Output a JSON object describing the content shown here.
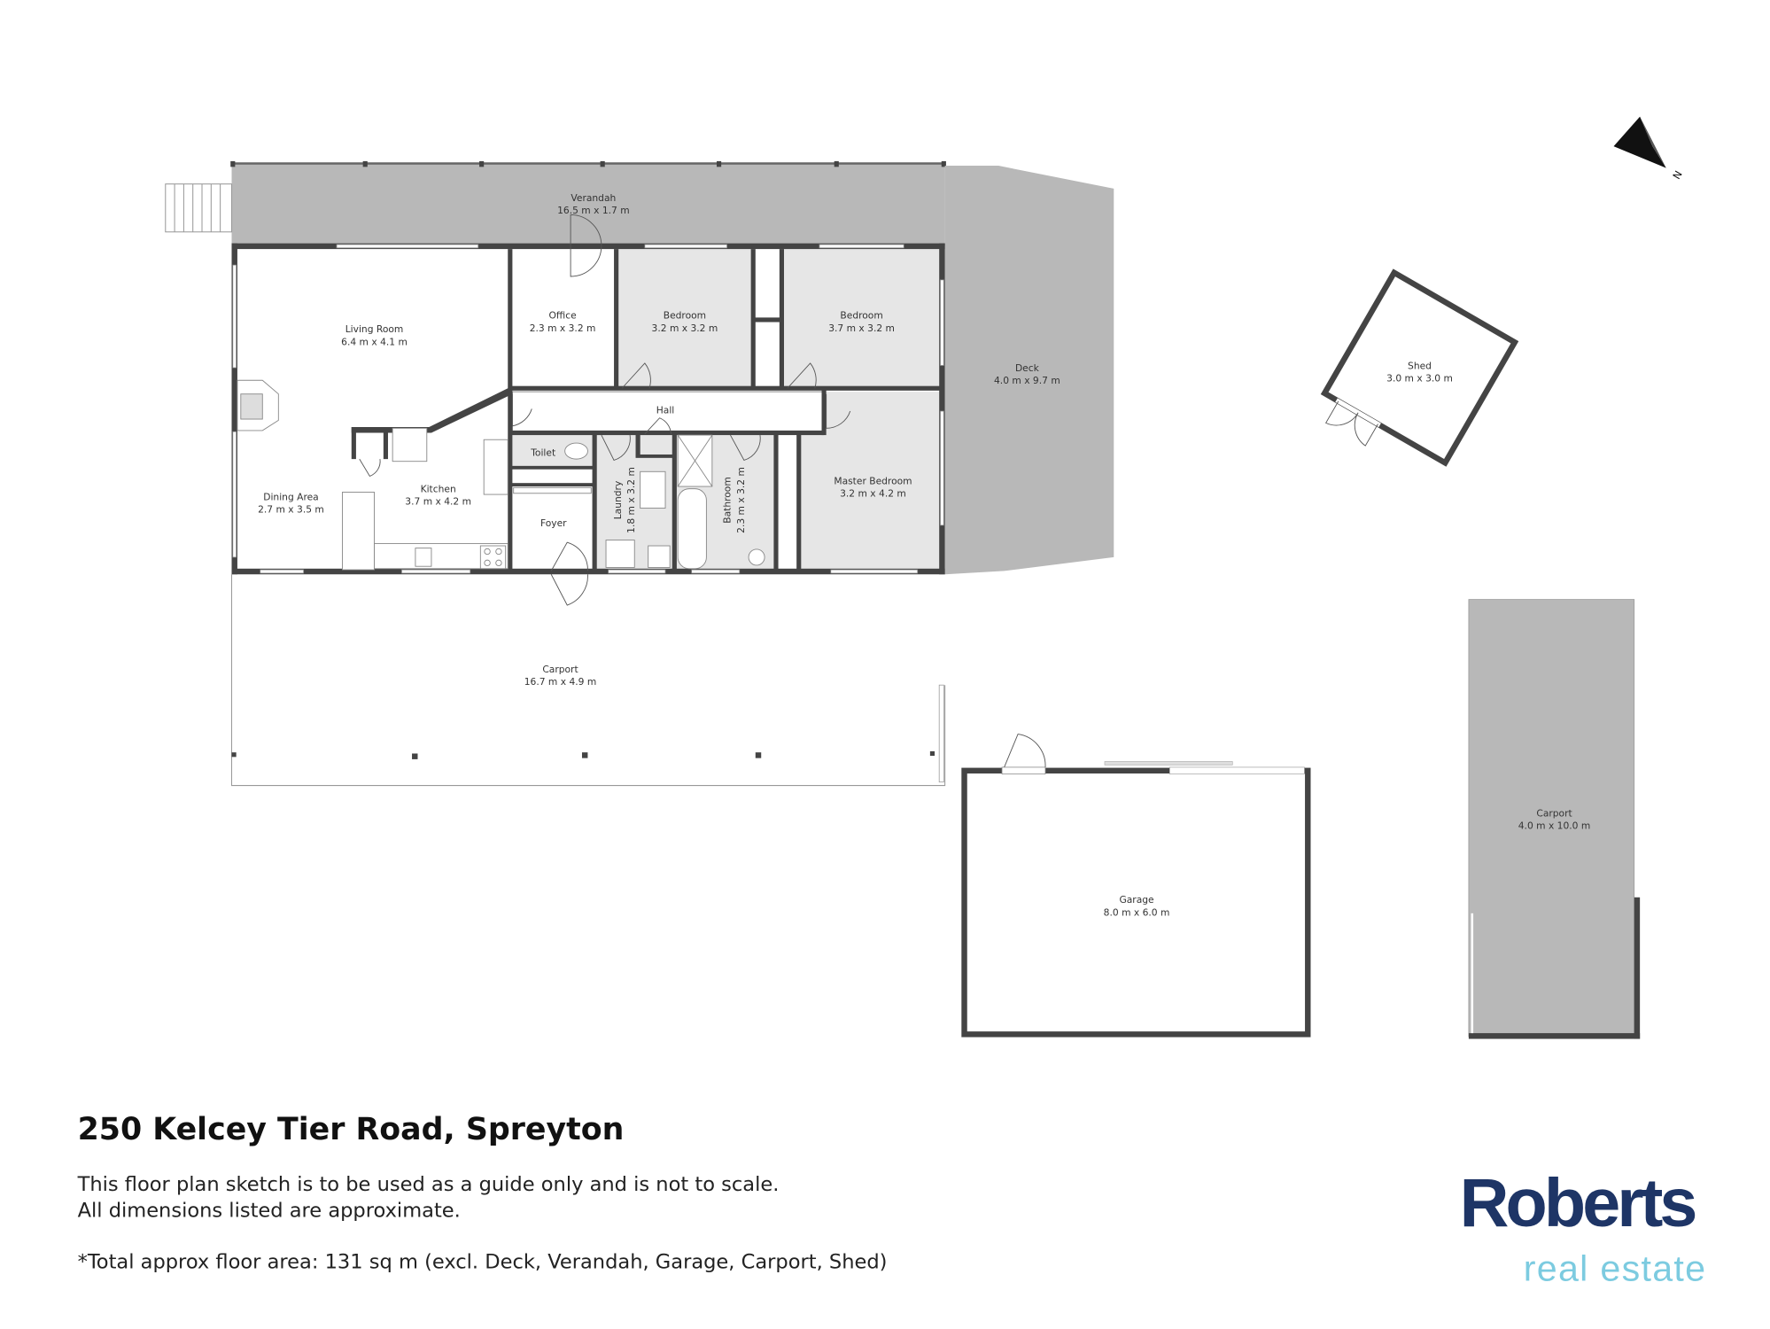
{
  "rooms": {
    "verandah": {
      "name": "Verandah",
      "size": "16.5 m x 1.7 m"
    },
    "deck": {
      "name": "Deck",
      "size": "4.0 m x 9.7 m"
    },
    "living": {
      "name": "Living Room",
      "size": "6.4 m x 4.1 m"
    },
    "office": {
      "name": "Office",
      "size": "2.3 m x 3.2 m"
    },
    "bedroom1": {
      "name": "Bedroom",
      "size": "3.2 m x 3.2 m"
    },
    "bedroom2": {
      "name": "Bedroom",
      "size": "3.7 m x 3.2 m"
    },
    "hall": {
      "name": "Hall"
    },
    "toilet": {
      "name": "Toilet"
    },
    "dining": {
      "name": "Dining Area",
      "size": "2.7 m x 3.5 m"
    },
    "kitchen": {
      "name": "Kitchen",
      "size": "3.7 m x 4.2 m"
    },
    "foyer": {
      "name": "Foyer"
    },
    "laundry": {
      "name": "Laundry",
      "size": "1.8 m x 3.2 m"
    },
    "bathroom": {
      "name": "Bathroom",
      "size": "2.3 m x 3.2 m"
    },
    "master": {
      "name": "Master Bedroom",
      "size": "3.2 m x 4.2 m"
    },
    "carport1": {
      "name": "Carport",
      "size": "16.7 m x 4.9 m"
    },
    "shed": {
      "name": "Shed",
      "size": "3.0 m x 3.0 m"
    },
    "garage": {
      "name": "Garage",
      "size": "8.0 m x 6.0 m"
    },
    "carport2": {
      "name": "Carport",
      "size": "4.0 m x 10.0 m"
    }
  },
  "compass": {
    "label": "N"
  },
  "footer": {
    "address": "250 Kelcey Tier Road, Spreyton",
    "disclaimer_line1": "This floor plan sketch is to be used as a guide only and is not to scale.",
    "disclaimer_line2": "All dimensions listed are approximate.",
    "area_note": "*Total approx floor area: 131 sq m (excl. Deck, Verandah, Garage, Carport, Shed)"
  },
  "logo": {
    "main": "Roberts",
    "sub": "real estate"
  },
  "colors": {
    "wall": "#444444",
    "outdoor": "#b8b8b8",
    "room_gray": "#e6e6e6",
    "brand_navy": "#1e3566",
    "brand_cyan": "#7ccbe0"
  }
}
